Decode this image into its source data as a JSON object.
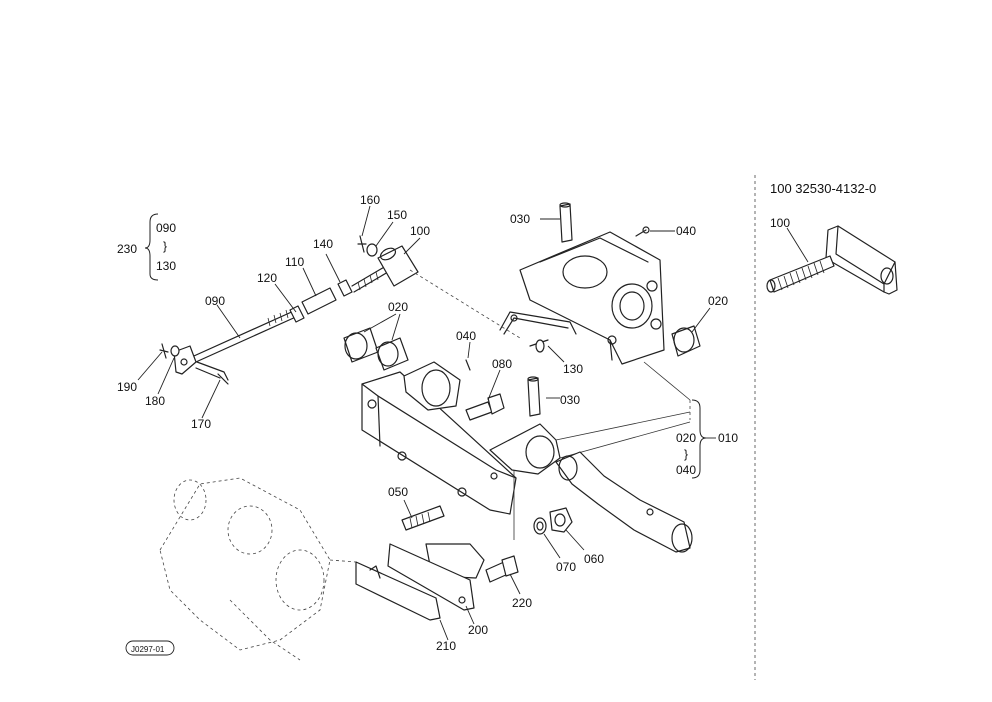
{
  "part_labels": {
    "p230": "230",
    "p090_top": "090",
    "p130_top": "130",
    "tilde_left": "}",
    "p090": "090",
    "p120": "120",
    "p110": "110",
    "p140": "140",
    "p160": "160",
    "p150": "150",
    "p100": "100",
    "p030_top": "030",
    "p040_top": "040",
    "p020_right": "020",
    "p020_mid": "020",
    "p040_mid": "040",
    "p130": "130",
    "p080": "080",
    "p030_mid": "030",
    "p190": "190",
    "p180": "180",
    "p170": "170",
    "p050": "050",
    "p020_group": "020",
    "p010": "010",
    "tilde_right": "}",
    "p040_group": "040",
    "p060": "060",
    "p070": "070",
    "p220": "220",
    "p200": "200",
    "p210": "210"
  },
  "inset": {
    "header": "100 32530-4132-0",
    "part_label": "100"
  },
  "figure_code": "J0297-01"
}
